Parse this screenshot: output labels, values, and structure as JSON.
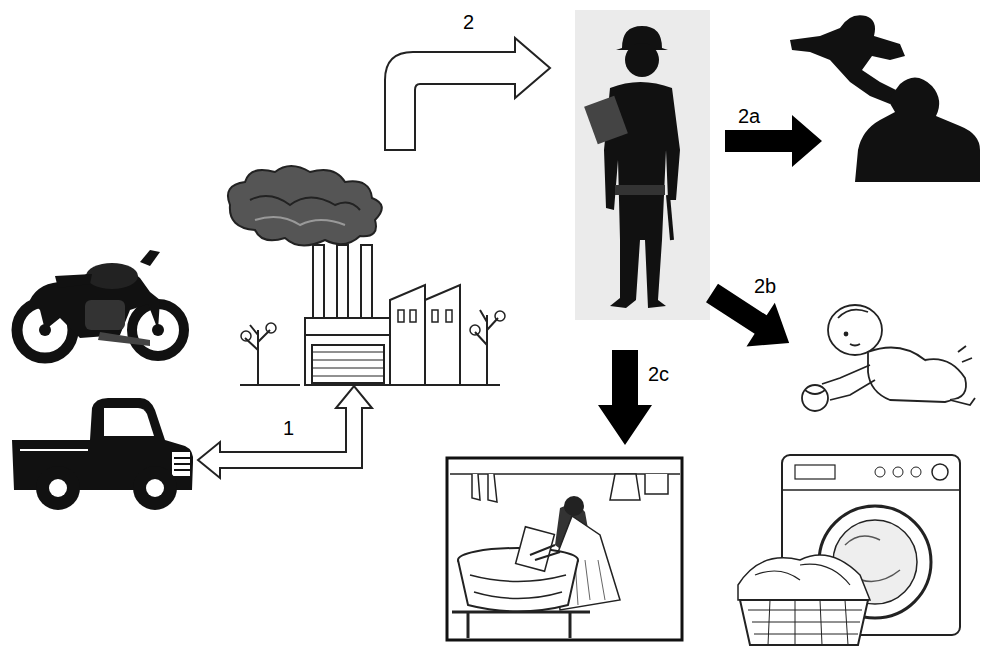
{
  "diagram": {
    "labels": [
      "2",
      "2a",
      "2b",
      "2c",
      "1"
    ]
  }
}
